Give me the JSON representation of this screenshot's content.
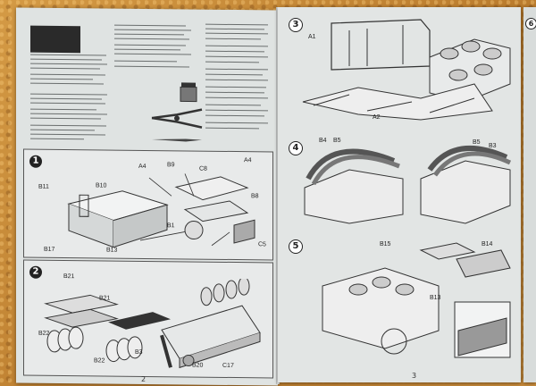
{
  "steps": {
    "step1": "1",
    "step2": "2",
    "step3": "3",
    "step4": "4",
    "step5": "5",
    "step6": "6"
  },
  "pages": {
    "left": "2",
    "right": "3"
  },
  "labels": {
    "s1": [
      "A4",
      "B9",
      "C8",
      "A4",
      "B11",
      "B10",
      "B8",
      "B1",
      "B17",
      "B13",
      "C5"
    ],
    "s2": [
      "B21",
      "B21",
      "B22",
      "B22",
      "B3",
      "B20",
      "C17"
    ],
    "s3": [
      "A1",
      "A2"
    ],
    "s4": [
      "B4",
      "B5",
      "B5",
      "B3"
    ],
    "s5": [
      "B15",
      "B14",
      "B13"
    ]
  }
}
